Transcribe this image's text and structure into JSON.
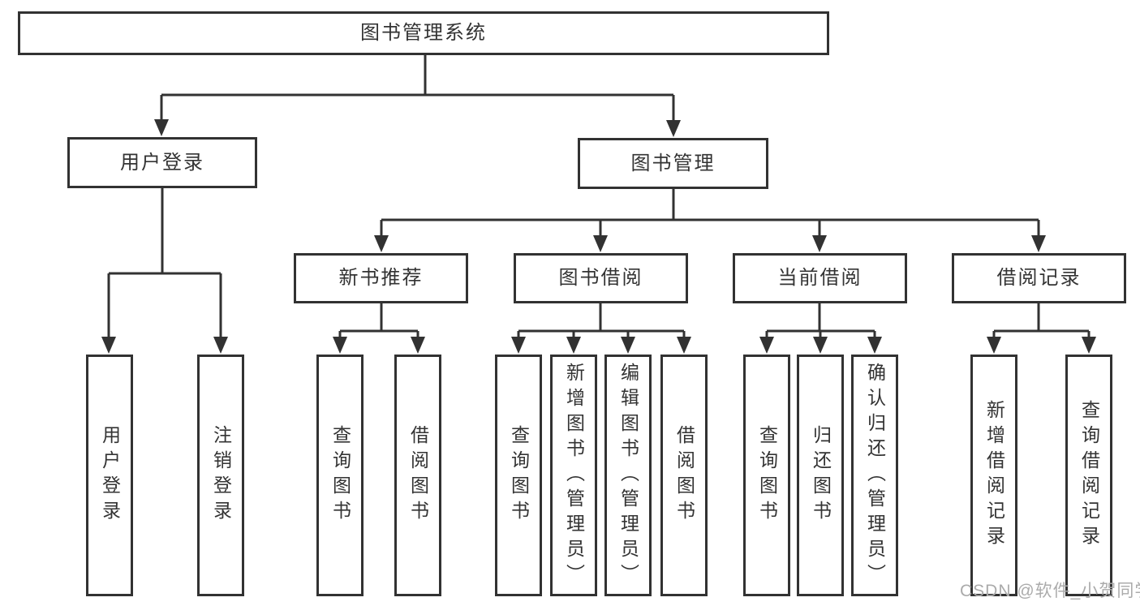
{
  "diagram": {
    "root_label": "图书管理系统",
    "level2": [
      {
        "label": "用户登录"
      },
      {
        "label": "图书管理"
      }
    ],
    "level3": [
      {
        "label": "新书推荐",
        "parent": "图书管理"
      },
      {
        "label": "图书借阅",
        "parent": "图书管理"
      },
      {
        "label": "当前借阅",
        "parent": "图书管理"
      },
      {
        "label": "借阅记录",
        "parent": "图书管理"
      }
    ],
    "leaves": [
      {
        "label": "用户登录",
        "parent": "用户登录"
      },
      {
        "label": "注销登录",
        "parent": "用户登录"
      },
      {
        "label": "查询图书",
        "parent": "新书推荐"
      },
      {
        "label": "借阅图书",
        "parent": "新书推荐"
      },
      {
        "label": "查询图书",
        "parent": "图书借阅"
      },
      {
        "label": "新增图书（管理员）",
        "parent": "图书借阅"
      },
      {
        "label": "编辑图书（管理员）",
        "parent": "图书借阅"
      },
      {
        "label": "借阅图书",
        "parent": "图书借阅"
      },
      {
        "label": "查询图书",
        "parent": "当前借阅"
      },
      {
        "label": "归还图书",
        "parent": "当前借阅"
      },
      {
        "label": "确认归还（管理员）",
        "parent": "当前借阅"
      },
      {
        "label": "新增借阅记录",
        "parent": "借阅记录"
      },
      {
        "label": "查询借阅记录",
        "parent": "借阅记录"
      }
    ]
  },
  "watermark": "CSDN @软件_小贺同学",
  "colors": {
    "background": "#ffffff",
    "line": "#323232",
    "box_border": "#323232",
    "box_background": "#ffffff",
    "text": "#333333",
    "watermark": "#ababab"
  }
}
